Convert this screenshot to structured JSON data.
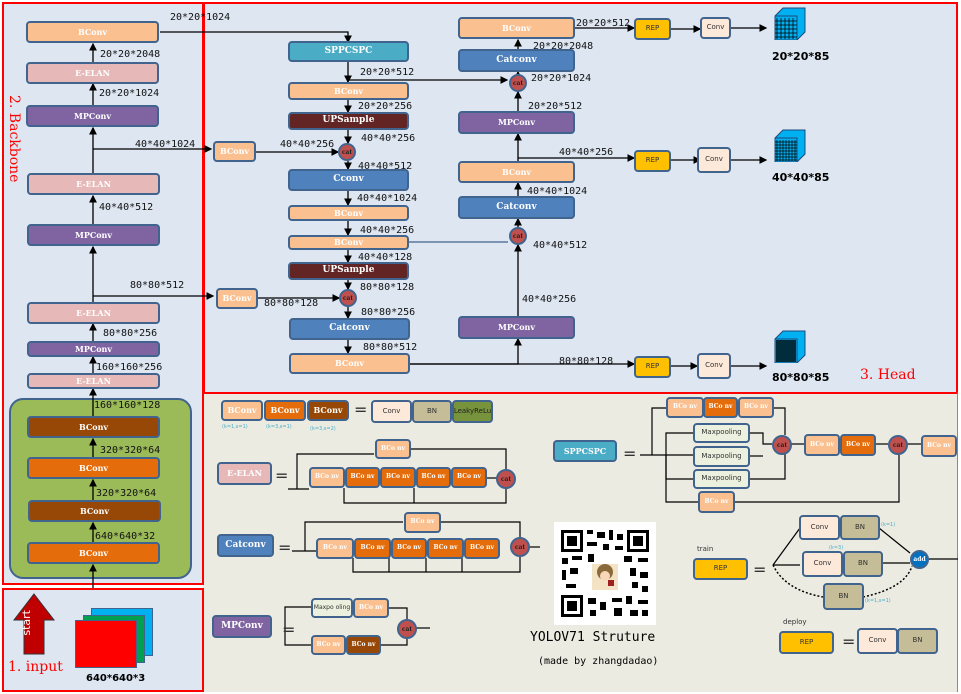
{
  "sections": {
    "input": "1. input",
    "backbone": "2. Backbone",
    "head": "3. Head"
  },
  "start_label": "start",
  "input_dims": "640*640*3",
  "backbone": {
    "boxes": [
      "BConv",
      "E-ELAN",
      "MPConv",
      "E-ELAN",
      "MPConv",
      "E-ELAN",
      "MPConv",
      "E-ELAN",
      "BConv",
      "BConv",
      "BConv",
      "BConv"
    ],
    "dims": [
      "20*20*1024",
      "20*20*2048",
      "20*20*1024",
      "40*40*1024",
      "40*40*512",
      "80*80*512",
      "80*80*256",
      "160*160*256",
      "160*160*128",
      "320*320*64",
      "320*320*64",
      "640*640*32"
    ]
  },
  "head": {
    "mid": [
      "SPPCSPC",
      "BConv",
      "UPSample",
      "Cconv",
      "BConv",
      "BConv",
      "UPSample",
      "Catconv",
      "BConv"
    ],
    "side": [
      "BConv",
      "BConv"
    ],
    "right": [
      "BConv",
      "Catconv",
      "MPConv",
      "BConv",
      "Catconv",
      "MPConv"
    ],
    "cat": "cat",
    "dims_mid": [
      "20*20*512",
      "20*20*256",
      "40*40*256",
      "40*40*256",
      "40*40*512",
      "40*40*1024",
      "40*40*256",
      "40*40*128",
      "80*80*128",
      "80*80*128",
      "80*80*256",
      "80*80*512"
    ],
    "dims_right": [
      "20*20*512",
      "20*20*2048",
      "20*20*1024",
      "20*20*512",
      "40*40*256",
      "40*40*1024",
      "40*40*512",
      "40*40*256",
      "80*80*128"
    ],
    "rep": "REP",
    "conv": "Conv",
    "outputs": [
      "20*20*85",
      "40*40*85",
      "80*80*85"
    ]
  },
  "legend": {
    "bconv": "BConv",
    "bconv_short": "BCo nv",
    "bconv_params": [
      "(k=1,s=1)",
      "(k=3,s=1)",
      "(k=3,s=2)"
    ],
    "conv": "Conv",
    "bn": "BN",
    "leaky": "LeakyReLu",
    "eq": "=",
    "eelan": "E-ELAN",
    "catconv": "Catconv",
    "mpconv": "MPConv",
    "sppcspc": "SPPCSPC",
    "maxpooling": "Maxpooling",
    "maxpo_oling": "Maxpo oling",
    "cat": "cat",
    "add": "add",
    "train": "train",
    "deploy": "deploy",
    "rep": "REP",
    "rep_params": [
      "(k=1)",
      "(k=3)",
      "(k=1,s=1)"
    ],
    "title": "YOLOV71 Struture",
    "author": "(made by zhangdadao)"
  },
  "colors": {
    "bconv_k1": "#fac090",
    "bconv_k3s1": "#e46c0a",
    "bconv_k3s2": "#974806",
    "eelan": "#e6b9b8",
    "mpconv": "#8064a2",
    "catconv": "#4f81bd",
    "sppcspc": "#4bacc6",
    "upsample": "#632523",
    "rep": "#ffc000",
    "cat": "#c0504d",
    "panel_border": "#ff0000"
  }
}
